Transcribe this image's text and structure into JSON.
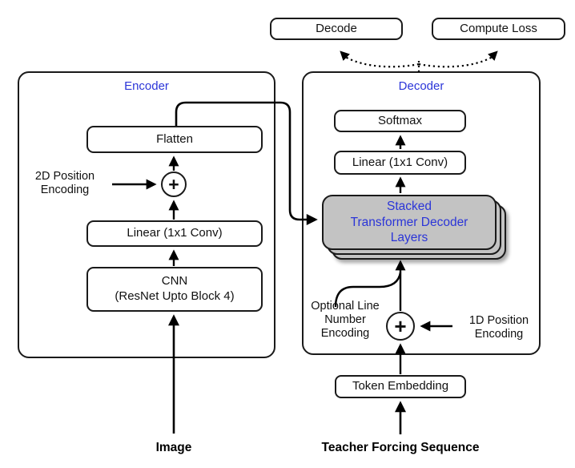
{
  "colors": {
    "accent_blue": "#2B35D8",
    "stack_fill": "#C3C3C3",
    "line_black": "#000000"
  },
  "outputs": {
    "decode": "Decode",
    "compute_loss": "Compute Loss"
  },
  "encoder": {
    "title": "Encoder",
    "flatten": "Flatten",
    "add": "+",
    "position_encoding": "2D Position Encoding",
    "linear": "Linear (1x1 Conv)",
    "cnn_line1": "CNN",
    "cnn_line2": "(ResNet Upto Block 4)",
    "input": "Image"
  },
  "decoder": {
    "title": "Decoder",
    "softmax": "Softmax",
    "linear": "Linear (1x1 Conv)",
    "stack_line1": "Stacked",
    "stack_line2": "Transformer Decoder",
    "stack_line3": "Layers",
    "add": "+",
    "optional_encoding": "Optional Line Number Encoding",
    "position_encoding": "1D Position Encoding",
    "token_embedding": "Token Embedding",
    "input": "Teacher Forcing Sequence"
  }
}
